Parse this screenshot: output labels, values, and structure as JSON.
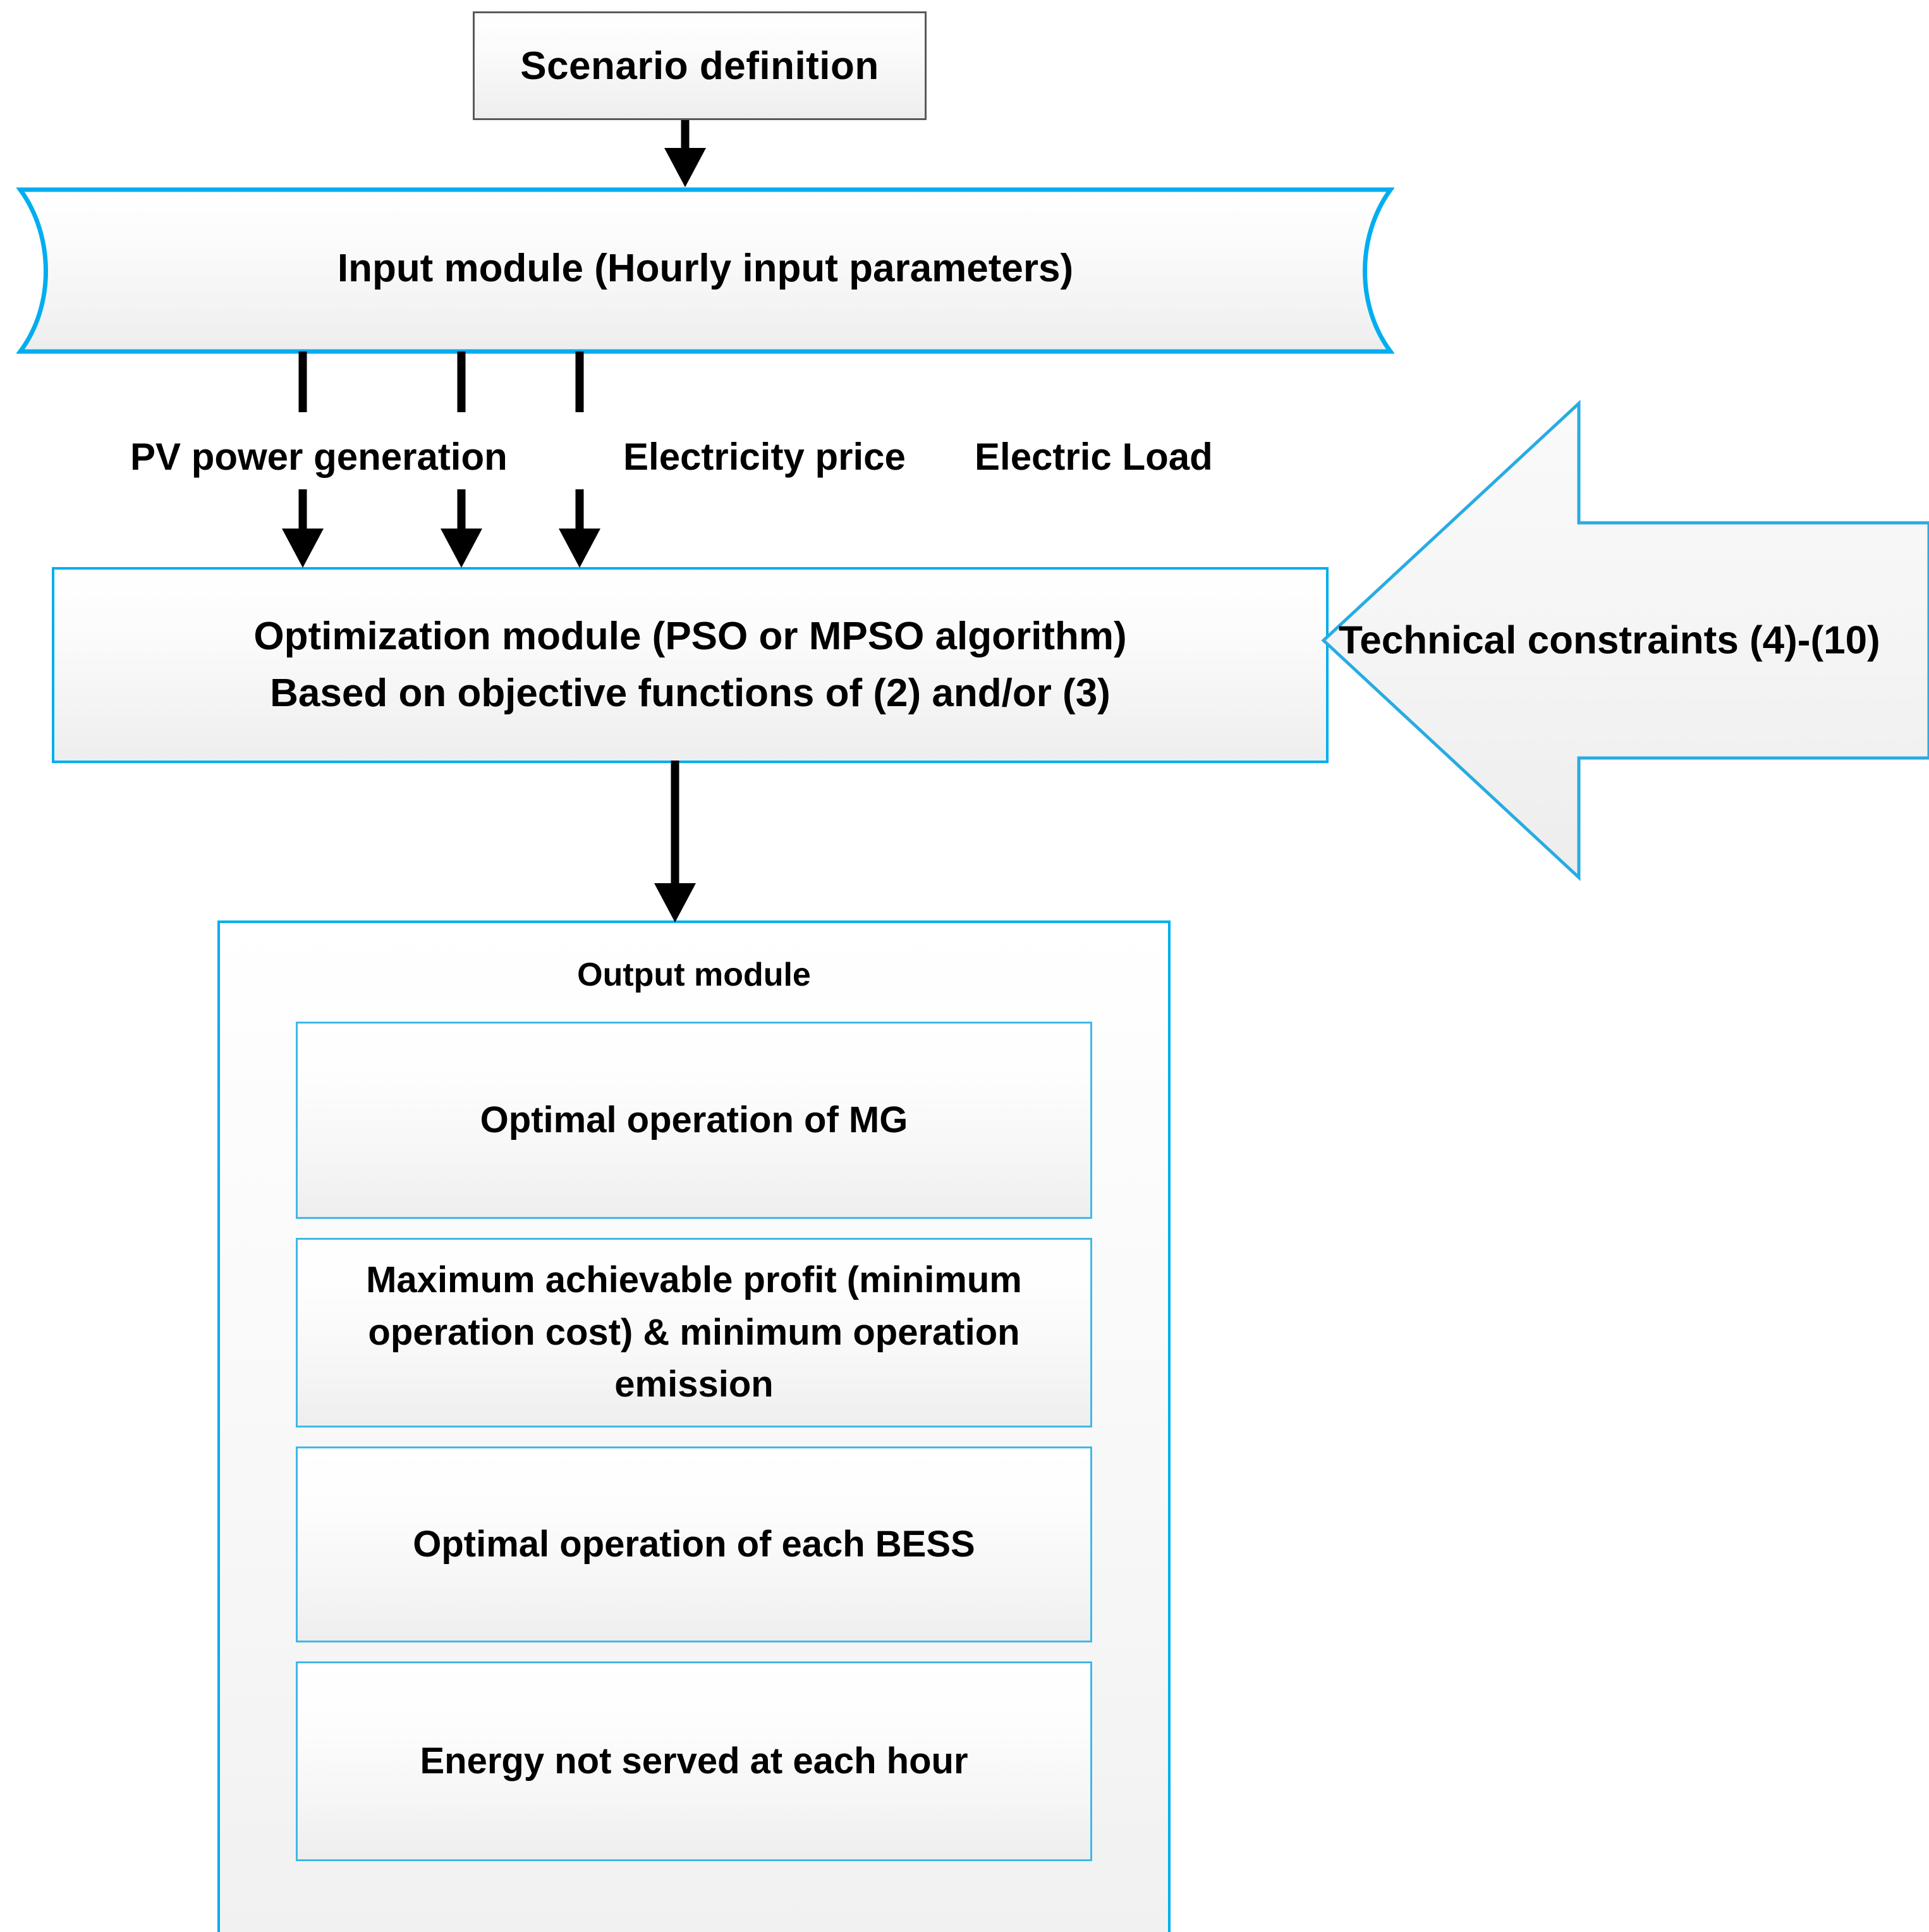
{
  "diagram": {
    "title": "Microgrid optimization framework flowchart",
    "accent_color": "#00AEEF",
    "scenario": {
      "label": "Scenario definition",
      "border_color": "#595959"
    },
    "input_module": {
      "label": "Input module (Hourly input parameters)",
      "border_color": "#00AEEF"
    },
    "branches": [
      {
        "label": "PV power generation",
        "icon": "down-arrow-icon"
      },
      {
        "label": "Electricity price",
        "icon": "down-arrow-icon"
      },
      {
        "label": "Electric Load",
        "icon": "down-arrow-icon"
      }
    ],
    "optimization_module": {
      "line1": "Optimization module (PSO or MPSO algorithm)",
      "line2": "Based on objective functions of (2) and/or (3)",
      "border_color": "#00AEEF"
    },
    "technical_constraints": {
      "label": "Technical constraints (4)-(10)",
      "shape": "left-block-arrow",
      "border_color": "#00AEEF"
    },
    "output_module": {
      "title": "Output module",
      "border_color": "#00AEEF",
      "items": [
        {
          "label": "Optimal operation of MG"
        },
        {
          "label": "Maximum achievable profit (minimum operation cost) & minimum operation emission"
        },
        {
          "label": "Optimal operation of each BESS"
        },
        {
          "label": "Energy not served at each hour"
        }
      ]
    },
    "connectors": [
      {
        "from": "scenario-definition",
        "to": "input-module",
        "icon": "down-arrow-icon"
      },
      {
        "from": "optimization-module",
        "to": "output-module",
        "icon": "down-arrow-icon"
      },
      {
        "from": "technical-constraints",
        "to": "optimization-module",
        "icon": "left-arrow-icon"
      }
    ]
  }
}
